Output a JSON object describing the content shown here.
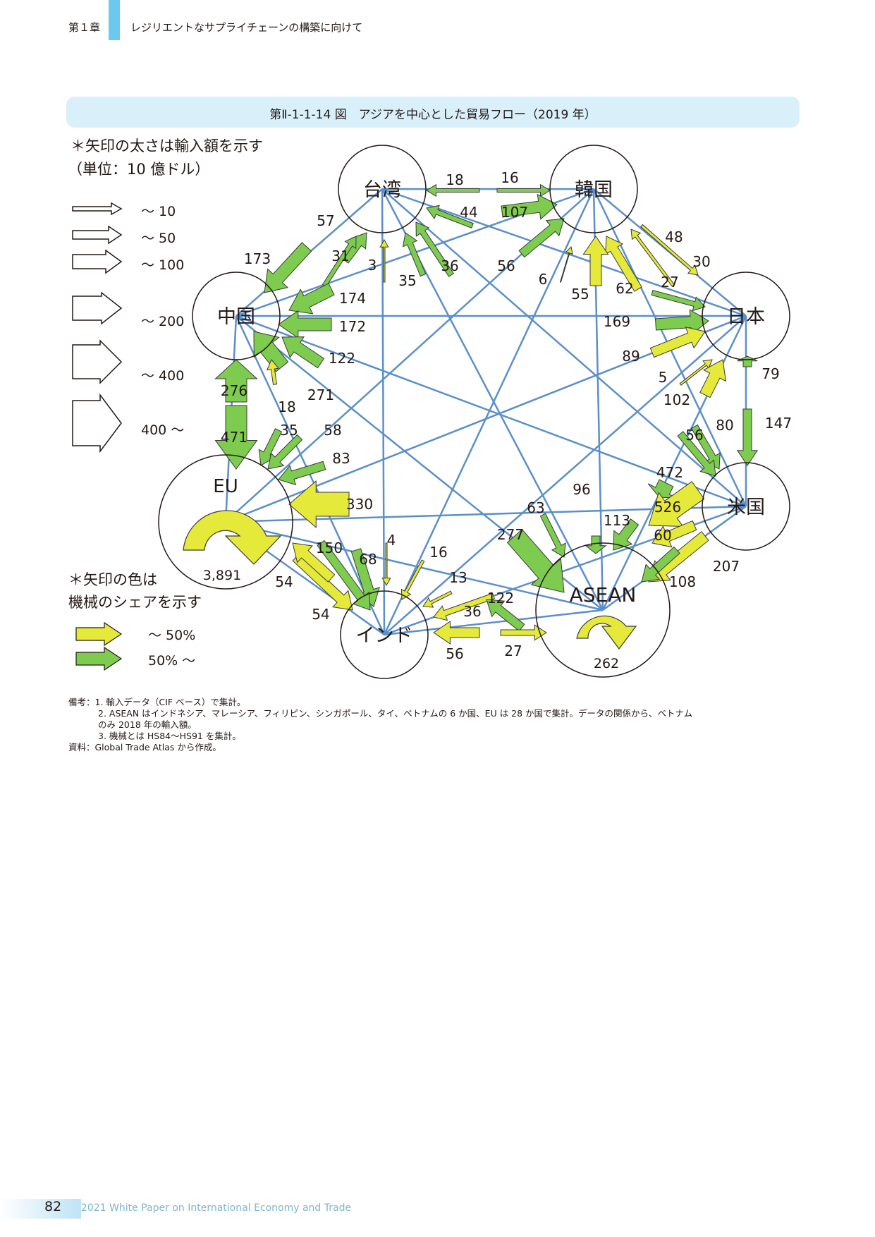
{
  "header": {
    "chapter": "第１章",
    "title": "レジリエントなサプライチェーンの構築に向けて"
  },
  "figure": {
    "title": "第Ⅱ-1-1-14 図　アジアを中心とした貿易フロー（2019 年）"
  },
  "legend": {
    "width_title_1": "＊矢印の太さは輸入額を示す",
    "width_title_2": "（単位：10 億ドル）",
    "width_items": [
      "～ 10",
      "～ 50",
      "～ 100",
      "～ 200",
      "～ 400",
      "400 ～"
    ],
    "color_title_1": "＊矢印の色は",
    "color_title_2": "機械のシェアを示す",
    "color_items": [
      {
        "label": "～ 50%",
        "color": "#e5e93a"
      },
      {
        "label": "50% ～",
        "color": "#7dcc4f"
      }
    ]
  },
  "nodes": {
    "taiwan": "台湾",
    "korea": "韓国",
    "japan": "日本",
    "china": "中国",
    "us": "米国",
    "eu": "EU",
    "india": "インド",
    "asean": "ASEAN"
  },
  "self_trade": {
    "eu": "3,891",
    "asean": "262"
  },
  "edge_labels": [
    "18",
    "16",
    "44",
    "107",
    "57",
    "31",
    "3",
    "35",
    "36",
    "56",
    "6",
    "48",
    "30",
    "173",
    "174",
    "172",
    "122",
    "55",
    "62",
    "27",
    "169",
    "89",
    "79",
    "5",
    "102",
    "147",
    "56",
    "80",
    "276",
    "471",
    "271",
    "18",
    "35",
    "58",
    "83",
    "330",
    "472",
    "526",
    "96",
    "63",
    "113",
    "60",
    "207",
    "108",
    "4",
    "68",
    "150",
    "16",
    "277",
    "13",
    "122",
    "36",
    "54",
    "54",
    "56",
    "27"
  ],
  "colors": {
    "low_machinery": "#e5e93a",
    "high_machinery": "#7dcc4f",
    "network_line": "#5b8fc9",
    "banner": "#d9f0fa",
    "accent_bar": "#6cc8ec"
  },
  "notes": {
    "n1": "備考：1.  輸入データ（CIF ベース）で集計。",
    "n2": "2.  ASEAN はインドネシア、マレーシア、フィリピン、シンガポール、タイ、ベトナムの 6 か国、EU は 28 か国で集計。データの関係から、ベトナム",
    "n2b": "のみ 2018 年の輸入額。",
    "n3": "3.  機械とは HS84～HS91 を集計。",
    "source": "資料：Global Trade Atlas から作成。"
  },
  "footer": {
    "page": "82",
    "title": "2021 White Paper on International Economy and Trade"
  }
}
